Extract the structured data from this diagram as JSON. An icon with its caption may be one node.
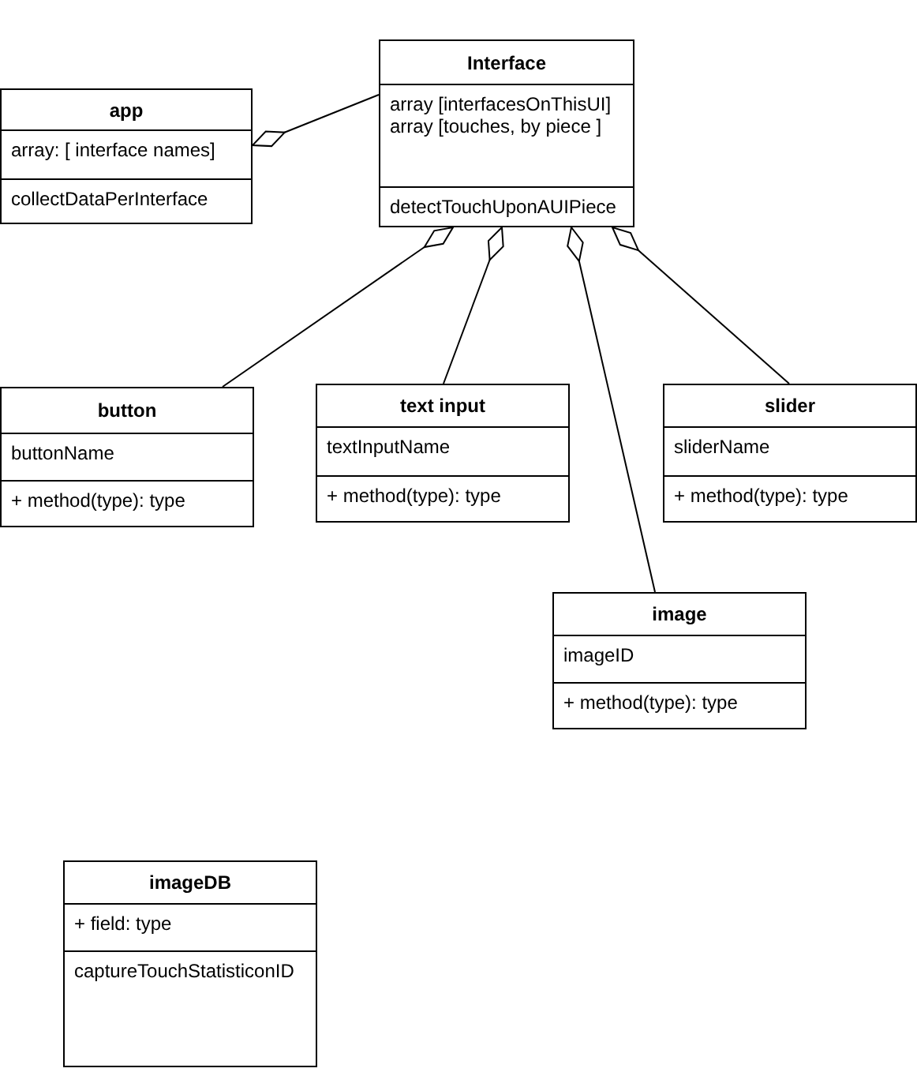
{
  "diagram": {
    "nodes": [
      {
        "text": [
          "app",
          "array: [ interface names]",
          "collectDataPerInterface"
        ]
      },
      {
        "text": [
          "Interface",
          "array [interfacesOnThisUI]",
          "array [touches, by piece ]",
          "detectTouchUponAUIPiece"
        ]
      },
      {
        "text": [
          "button",
          "buttonName",
          "+ method(type): type"
        ]
      },
      {
        "text": [
          "text input",
          "textInputName",
          "+ method(type): type"
        ]
      },
      {
        "text": [
          "slider",
          "sliderName",
          "+ method(type): type"
        ]
      },
      {
        "text": [
          "image",
          "imageID",
          "+ method(type): type"
        ]
      },
      {
        "text": [
          "imageDB",
          "+ field: type",
          "captureTouchStatisticonID"
        ]
      }
    ],
    "edges": [
      {
        "from": 1,
        "to": 0,
        "arrow": "other"
      },
      {
        "from": 2,
        "to": 1,
        "arrow": "other"
      },
      {
        "from": 3,
        "to": 1,
        "arrow": "other"
      },
      {
        "from": 5,
        "to": 1,
        "arrow": "other"
      },
      {
        "from": 4,
        "to": 1,
        "arrow": "other"
      }
    ]
  }
}
